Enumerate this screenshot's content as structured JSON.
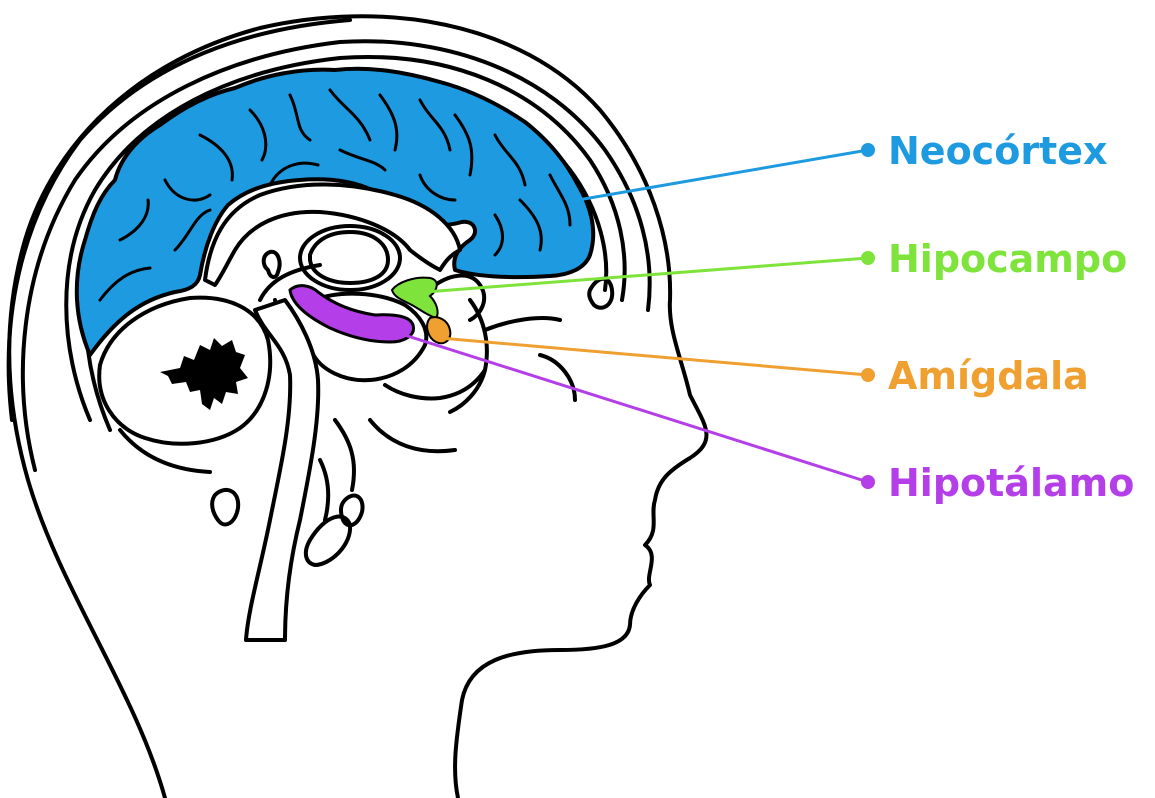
{
  "labels": [
    {
      "key": "neocortex",
      "text": "Neocórtex",
      "color": "#1e9ae0"
    },
    {
      "key": "hippocampus",
      "text": "Hipocampo",
      "color": "#7ee33a"
    },
    {
      "key": "amygdala",
      "text": "Amígdala",
      "color": "#f0a030"
    },
    {
      "key": "hypothalamus",
      "text": "Hipotálamo",
      "color": "#b43ee8"
    }
  ],
  "colors": {
    "neocortex": "#1e9ae0",
    "hippocampus": "#7ee33a",
    "amygdala": "#f0a030",
    "hypothalamus": "#b43ee8",
    "outline": "#000000",
    "background": "#ffffff"
  }
}
